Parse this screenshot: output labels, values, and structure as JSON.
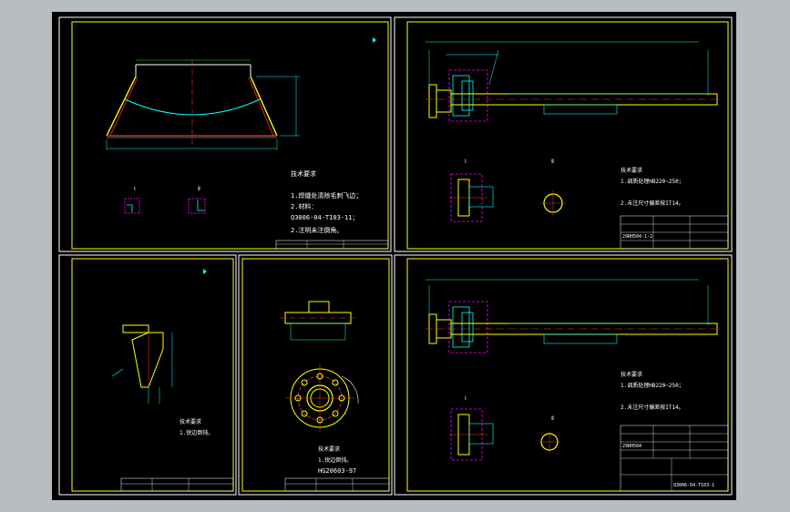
{
  "colors": {
    "background": "#b9bcc1",
    "canvas": "#000000",
    "frame": "#ffffff",
    "border": "#ffff00",
    "accent_cyan": "#00ffff",
    "accent_red": "#ff3030",
    "accent_magenta": "#ff00ff",
    "accent_green": "#00ff00"
  },
  "icons": {
    "sheet_marker": "cyan-arrow-icon",
    "detail_marker": "section-marker-icon"
  },
  "sheet1": {
    "notes": [
      "技术要求",
      "1.焊缝处清除毛刺飞边；",
      "2.材料：",
      "Q3006-04-T103-11；",
      "2.注明未注倒角。"
    ]
  },
  "sheet2": {
    "notes": [
      "技术要求",
      "1.调质处理HB220~250；",
      "2.未注尺寸偏差按IT14。"
    ],
    "title_block_code": "29RH504-1-2"
  },
  "sheet3": {
    "notes": [
      "技术要求",
      "1.锐边倒钝。"
    ]
  },
  "sheet4": {
    "notes": [
      "技术要求",
      "1.锐边倒钝。",
      "HG20603-97"
    ]
  },
  "sheet5": {
    "notes": [
      "技术要求",
      "1.调质处理HB220~250；",
      "2.未注尺寸偏差按IT14。"
    ],
    "title_block_code": "29RH504",
    "part_code": "Q3006-04-T103-1"
  }
}
